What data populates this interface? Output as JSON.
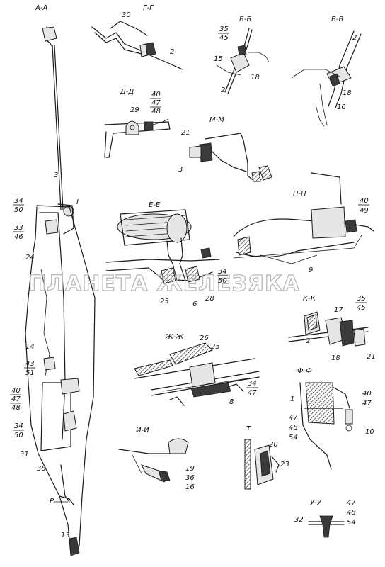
{
  "watermark": "ПЛАНЕТА ЖЕЛЕЗЯКА",
  "sections": {
    "aa": "А-А",
    "gg": "Г-Г",
    "bb": "Б-Б",
    "vv": "В-В",
    "dd": "Д-Д",
    "mm": "М-М",
    "ee": "Е-Е",
    "pp": "П-П",
    "kk": "К-К",
    "zhzh": "Ж-Ж",
    "ff": "Ф-Ф",
    "ii": "И-И",
    "t": "Т",
    "uu": "У-У",
    "view_p": "Р",
    "view_i": "I"
  },
  "callouts": [
    "30",
    "2",
    "35",
    "45",
    "15",
    "18",
    "2",
    "2",
    "18",
    "16",
    "40",
    "47",
    "48",
    "29",
    "21",
    "3",
    "3",
    "34",
    "50",
    "33",
    "46",
    "24",
    "40",
    "49",
    "9",
    "25",
    "6",
    "28",
    "34",
    "50",
    "35",
    "45",
    "17",
    "2",
    "18",
    "21",
    "14",
    "43",
    "51",
    "26",
    "25",
    "34",
    "47",
    "8",
    "40",
    "47",
    "48",
    "34",
    "50",
    "31",
    "38",
    "1",
    "40",
    "47",
    "47",
    "48",
    "54",
    "10",
    "19",
    "36",
    "16",
    "20",
    "23",
    "13",
    "47",
    "48",
    "54",
    "32"
  ]
}
